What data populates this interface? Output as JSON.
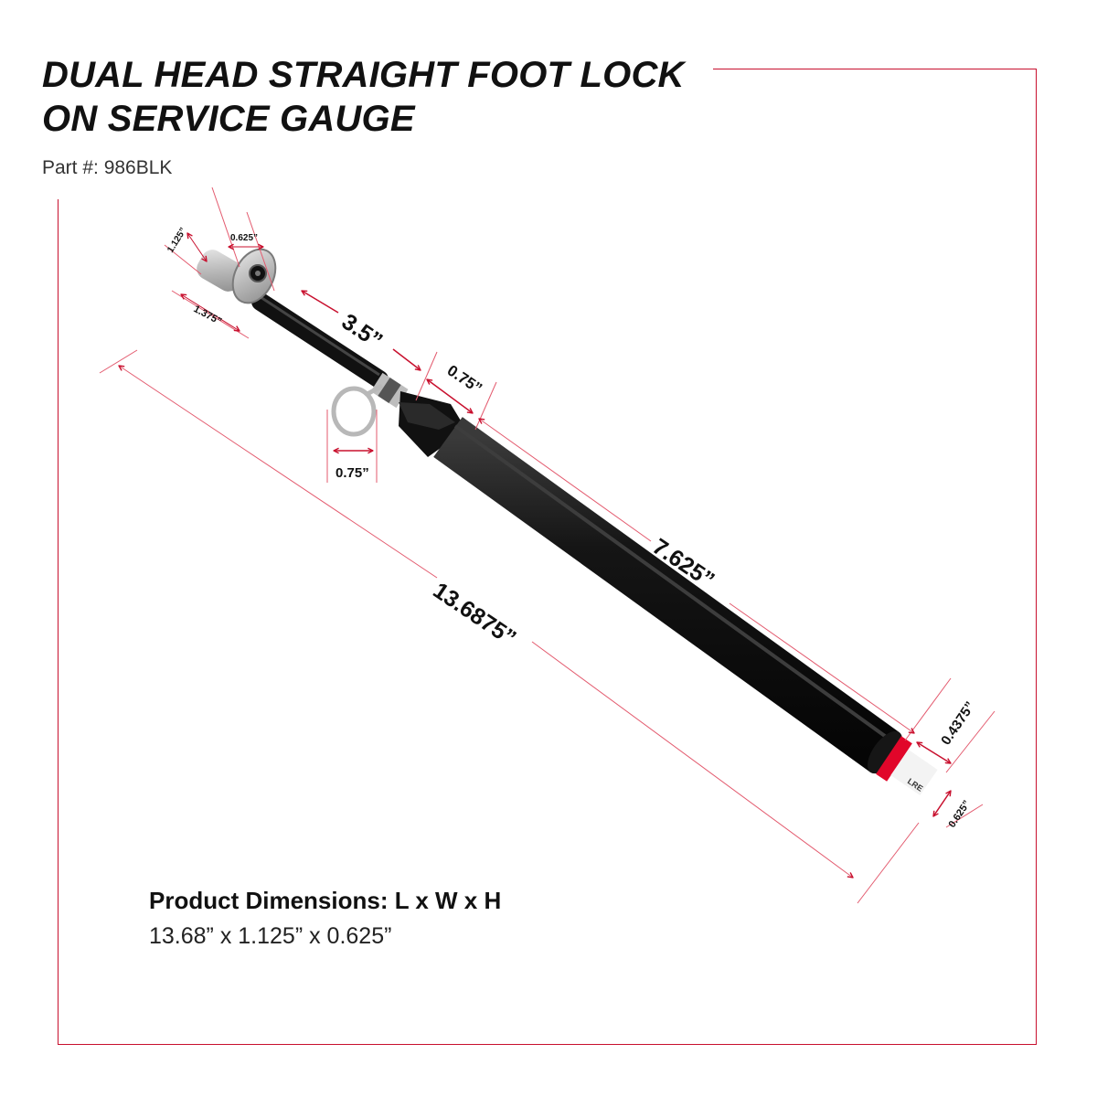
{
  "product": {
    "title_line1": "DUAL HEAD STRAIGHT FOOT LOCK",
    "title_line2": "ON SERVICE GAUGE",
    "part_number": "Part #: 986BLK"
  },
  "measurements": {
    "head_width": "1.125”",
    "head_depth": "0.625”",
    "head_length": "1.375”",
    "stem_length": "3.5”",
    "collar_length": "0.75”",
    "ring_width": "0.75”",
    "barrel_length": "7.625”",
    "overall_length": "13.6875”",
    "tip_length": "0.4375”",
    "tip_diameter": "0.625”"
  },
  "dimensions": {
    "label": "Product Dimensions: L x W x H",
    "value": "13.68” x 1.125” x 0.625”"
  },
  "colors": {
    "accent": "#c8102e",
    "text": "#111111",
    "product": "#0d0d0d"
  }
}
